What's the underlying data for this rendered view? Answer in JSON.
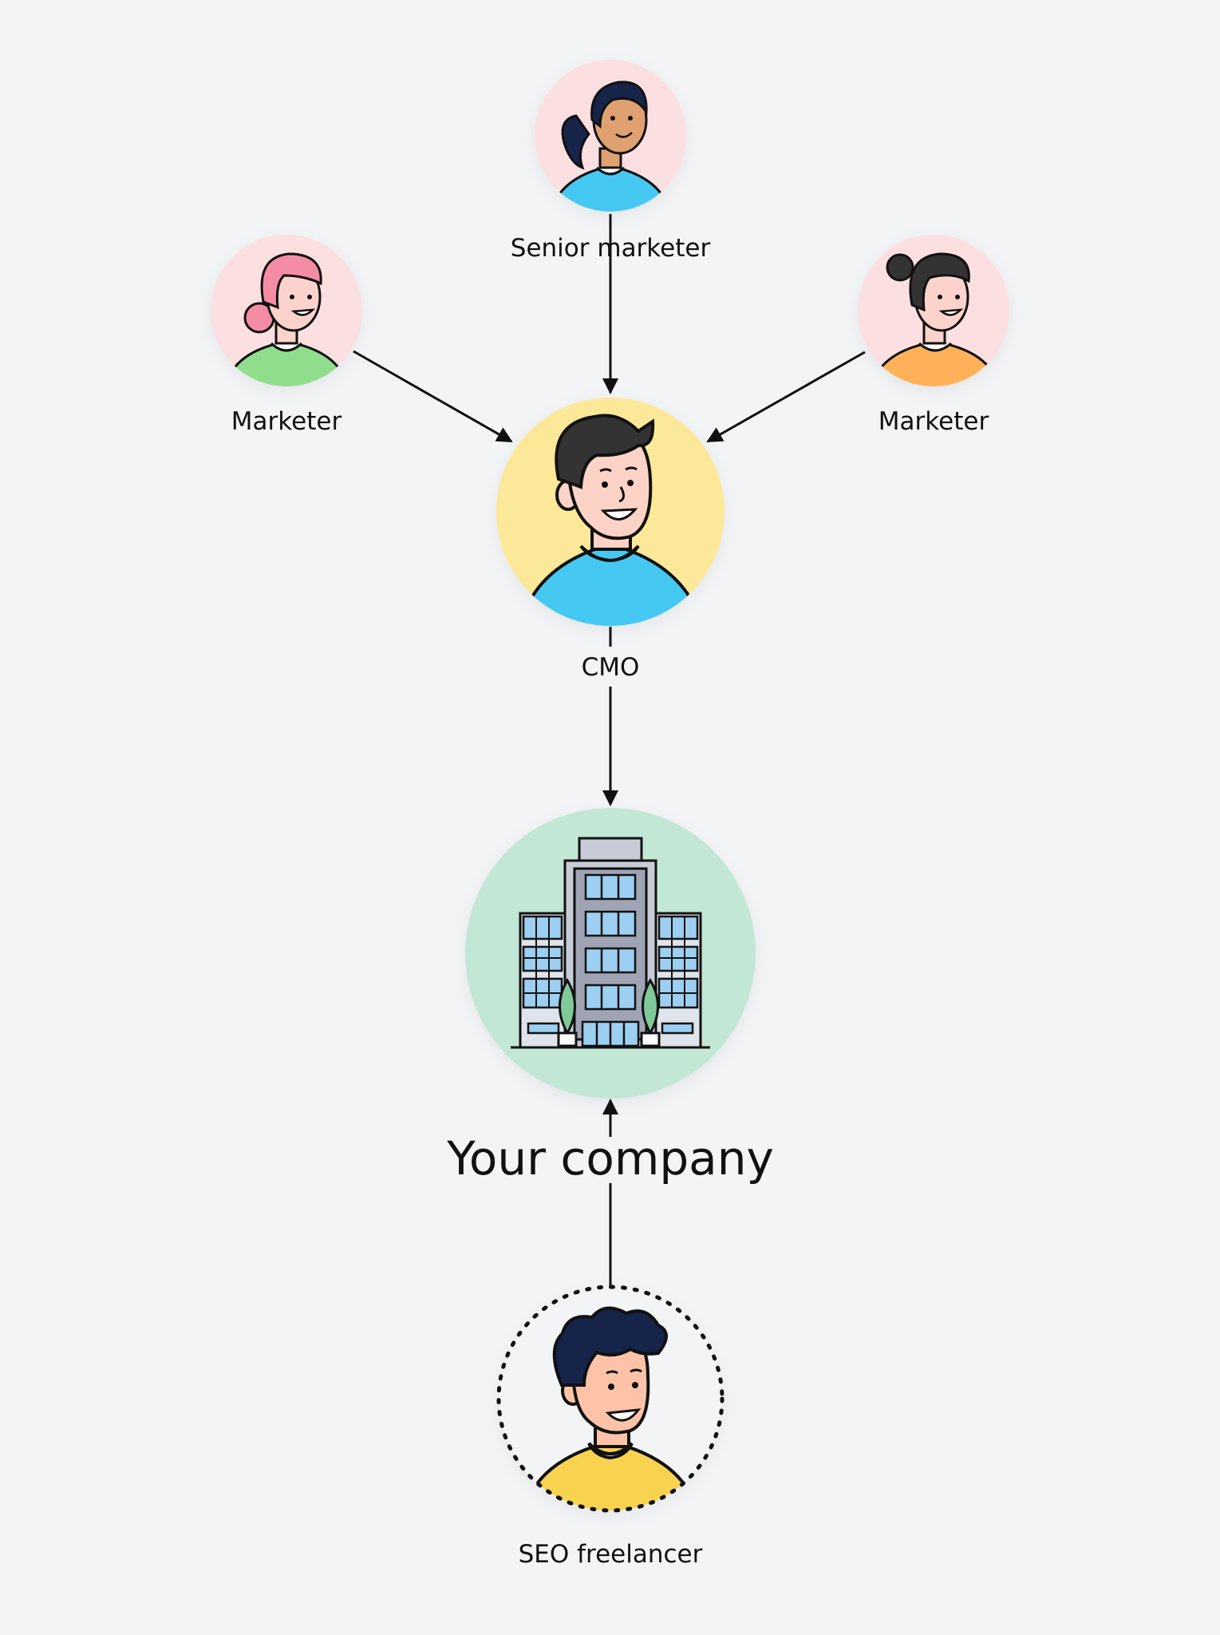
{
  "nodes": {
    "senior_marketer": {
      "label": "Senior marketer",
      "icon": "woman-avatar-icon",
      "bg_color": "#fbdfe1"
    },
    "marketer_left": {
      "label": "Marketer",
      "icon": "woman-avatar-icon",
      "bg_color": "#fbdfe1"
    },
    "marketer_right": {
      "label": "Marketer",
      "icon": "woman-avatar-icon",
      "bg_color": "#fbdfe1"
    },
    "cmo": {
      "label": "CMO",
      "icon": "man-avatar-icon",
      "bg_color": "#fce899"
    },
    "company": {
      "label": "Your company",
      "icon": "office-building-icon",
      "bg_color": "#c2e7d4"
    },
    "seo_freelancer": {
      "label": "SEO freelancer",
      "icon": "man-avatar-icon",
      "border": "dotted"
    }
  },
  "edges": [
    {
      "from": "senior_marketer",
      "to": "cmo"
    },
    {
      "from": "marketer_left",
      "to": "cmo"
    },
    {
      "from": "marketer_right",
      "to": "cmo"
    },
    {
      "from": "cmo",
      "to": "company"
    },
    {
      "from": "seo_freelancer",
      "to": "company"
    }
  ],
  "colors": {
    "background": "#f3f4f6",
    "ink": "#111111",
    "shirt_blue": "#45c8f1",
    "shirt_green": "#90de8d",
    "shirt_orange": "#ffb15a",
    "shirt_yellow": "#f8d350"
  }
}
